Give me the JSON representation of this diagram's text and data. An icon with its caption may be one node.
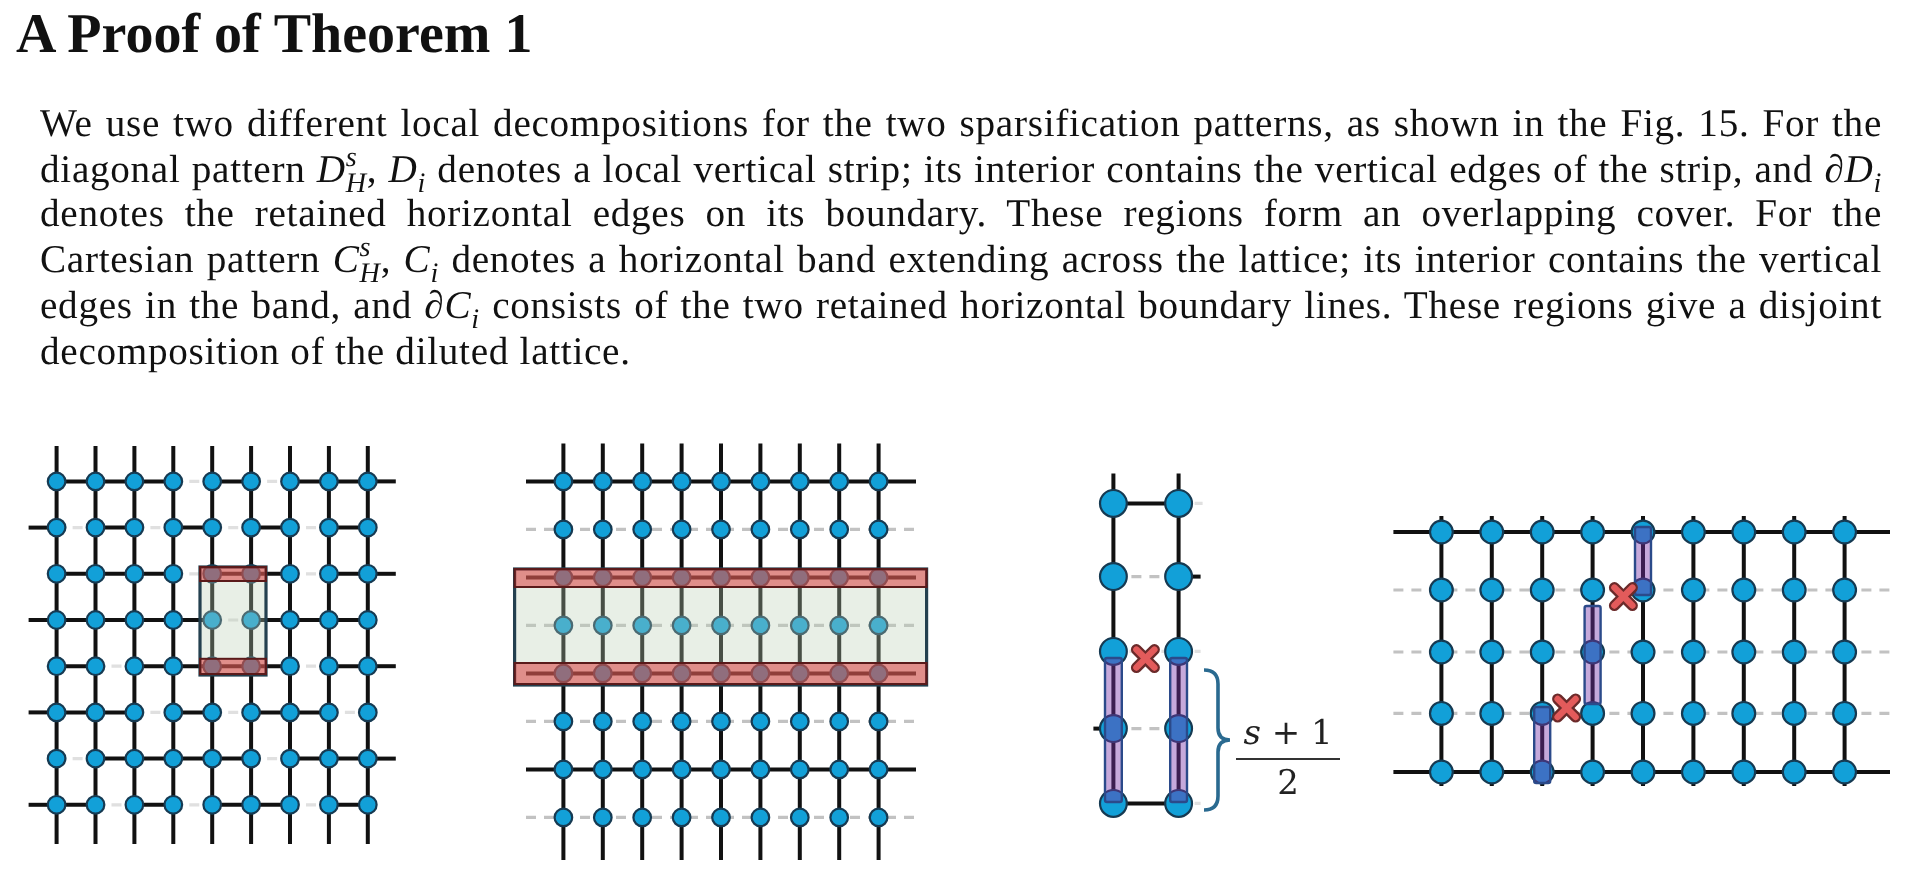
{
  "diagram": {
    "title": "A Proof of Theorem 1",
    "labels": [
      "We use two different local decompositions for the two sparsification patterns, as shown in the Fig. 15. For the diagonal pattern *D*$^{s}$$_{H}$, *D*$_{i}$ denotes a local vertical strip; its interior contains the vertical edges of the strip, and ∂*D*$_{i}$ denotes the retained horizontal edges on its boundary. These regions form an overlapping cover. For the Cartesian pattern *C*$^{s}$$_{H}$, *C*$_{i}$ denotes a horizontal band extending across the lattice; its interior contains the vertical edges in the band, and ∂*C*$_{i}$ consists of the two retained horizontal boundary lines. These regions give a disjoint decomposition of the diluted lattice.",
      "*s* + 1",
      "2"
    ]
  }
}
